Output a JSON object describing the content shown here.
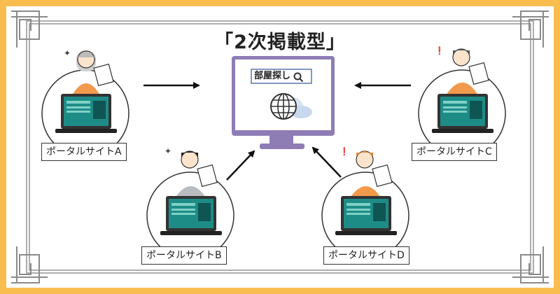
{
  "title": "「2次掲載型」",
  "center_site": {
    "label": "部屋探し"
  },
  "portals": [
    {
      "id": "A",
      "label": "ポータルサイトA"
    },
    {
      "id": "B",
      "label": "ポータルサイトB"
    },
    {
      "id": "C",
      "label": "ポータルサイトC"
    },
    {
      "id": "D",
      "label": "ポータルサイトD"
    }
  ],
  "colors": {
    "outer_border": "#F9BD4F",
    "monitor_frame": "#8E7DB5",
    "laptop_screen": "#1E8C86",
    "skin": "#FCE3CC",
    "sleeve_orange": "#F29A4C",
    "sleeve_gray": "#B9BCC0",
    "paper": "#FFFFFF"
  }
}
